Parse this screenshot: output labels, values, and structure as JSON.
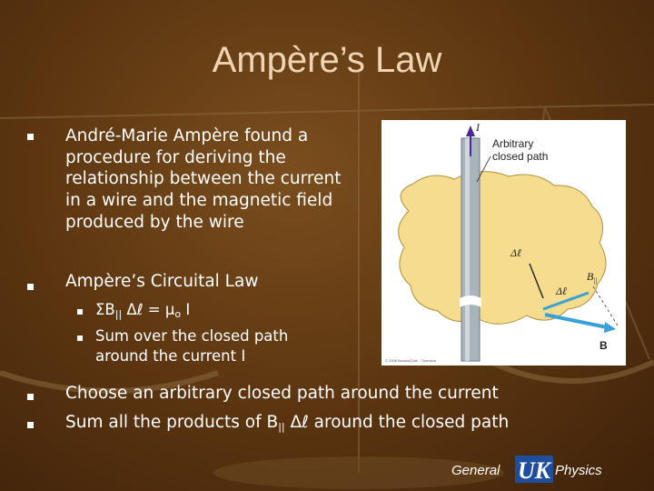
{
  "slide": {
    "title": "Ampère’s Law",
    "bullets": [
      {
        "text": "André-Marie Ampère found a procedure for deriving the relationship between the current in a wire and the magnetic field produced by the wire"
      },
      {
        "text": "Ampère’s Circuital Law"
      }
    ],
    "sub_bullets": [
      {
        "prefix": "ΣB",
        "sub": "||",
        "suffix": " Δℓ = μ",
        "sub2": "o",
        "tail": " I"
      },
      {
        "text": "Sum over the closed path around the current I"
      }
    ],
    "bottom_bullets": [
      {
        "text": "Choose an arbitrary closed path around the current"
      },
      {
        "prefix": "Sum all the products of B",
        "sub": "||",
        "suffix": " Δℓ  around the closed path"
      }
    ]
  },
  "figure": {
    "label_arbitrary": "Arbitrary",
    "label_closed_path": "closed path",
    "label_I": "I",
    "label_dl": "Δℓ",
    "label_dl2": "Δℓ",
    "label_Bpar": "B",
    "label_Bpar_sub": "||",
    "label_B": "B",
    "copyright": "© 2006 Brooks/Cole - Thomson"
  },
  "footer": {
    "general": "General",
    "uk": "UK",
    "physics": "Physics"
  },
  "colors": {
    "background": "#5a3410",
    "title": "#f0d4b4",
    "text": "#ffffff",
    "path_fill": "#f6dc8e",
    "wire": "#9aa6b0",
    "vector": "#3aa0d8",
    "uk_blue": "#1f4e9c"
  }
}
